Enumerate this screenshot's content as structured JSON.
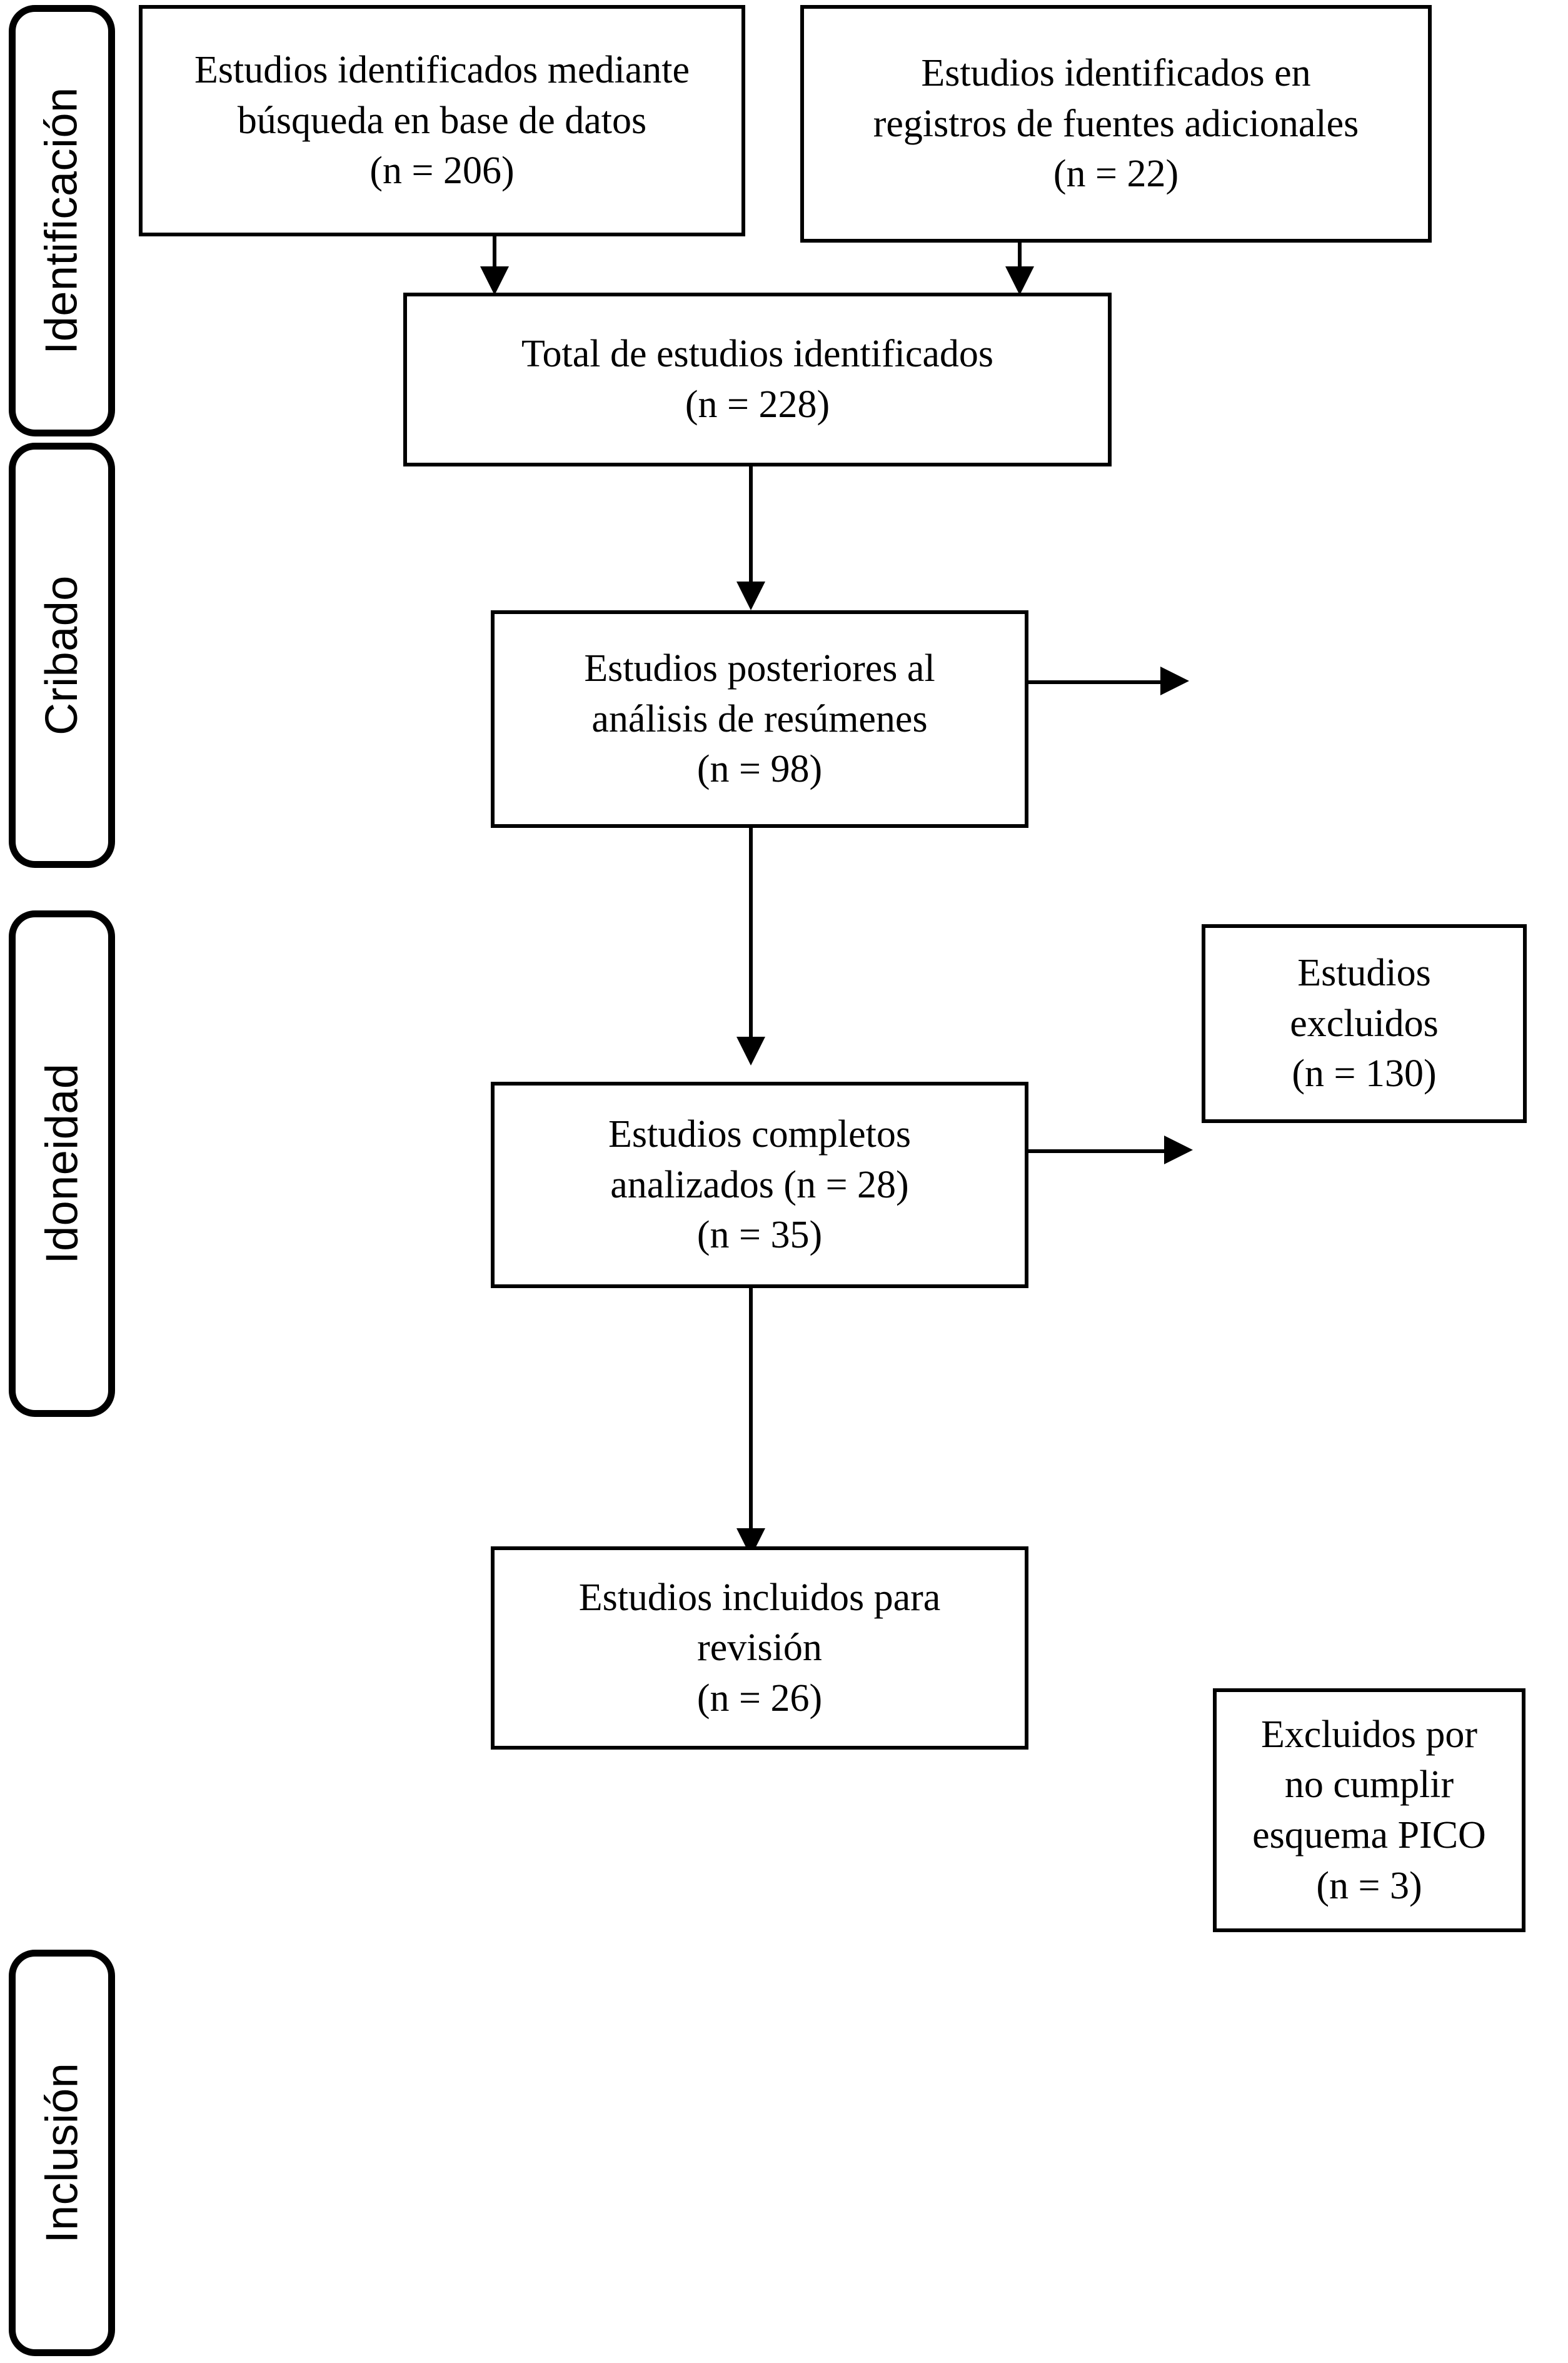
{
  "diagram": {
    "title": "PRISMA flow diagram",
    "language": "es",
    "line_color": "#000000",
    "box_fill": "#ffffff",
    "text_color": "#000000"
  },
  "stages": [
    {
      "id": "identificacion",
      "label": "Identificación"
    },
    {
      "id": "cribado",
      "label": "Cribado"
    },
    {
      "id": "idoneidad",
      "label": "Idoneidad"
    },
    {
      "id": "inclusion",
      "label": "Inclusión"
    }
  ],
  "boxes": {
    "database_search": {
      "line1": "Estudios identificados mediante",
      "line2": "búsqueda en base de datos",
      "count": "(n = 206)",
      "text": "Estudios identificados mediante\nbúsqueda en base de datos\n(n = 206)"
    },
    "additional_sources": {
      "line1": "Estudios identificados en",
      "line2": "registros de fuentes adicionales",
      "count": "(n = 22)",
      "text": "Estudios identificados en\nregistros de fuentes adicionales\n(n = 22)"
    },
    "total_identified": {
      "line1": "Total de estudios identificados",
      "count": "(n = 228)",
      "text": "Total de estudios identificados\n(n = 228)"
    },
    "after_abstract_screening": {
      "line1": "Estudios posteriores al",
      "line2": "análisis de resúmenes",
      "count": "(n = 98)",
      "text": "Estudios posteriores al\nanálisis de resúmenes\n(n = 98)"
    },
    "excluded_studies": {
      "line1": "Estudios",
      "line2": "excluidos",
      "count": "(n = 130)",
      "text": "Estudios\nexcluidos\n(n = 130)"
    },
    "full_text_assessed": {
      "line1": "Estudios completos",
      "line2": "analizados (n = 28)",
      "count": "(n = 35)",
      "text": "Estudios completos\nanalizados (n = 28)\n(n = 35)"
    },
    "included_for_review": {
      "line1": "Estudios incluidos para",
      "line2": "revisión",
      "count": "(n = 26)",
      "text": "Estudios incluidos para\nrevisión\n(n = 26)"
    },
    "excluded_pico": {
      "line1": "Excluidos por",
      "line2": "no cumplir",
      "line3": "esquema PICO",
      "count": "(n = 3)",
      "text": "Excluidos por\nno cumplir\nesquema PICO\n(n = 3)"
    }
  },
  "flow_counts": {
    "identified_database": 206,
    "identified_additional": 22,
    "total_identified": 228,
    "after_abstract_screening": 98,
    "excluded_after_screening": 130,
    "full_text_assessed_a": 28,
    "full_text_assessed_b": 35,
    "included_for_review": 26,
    "excluded_pico": 3
  }
}
